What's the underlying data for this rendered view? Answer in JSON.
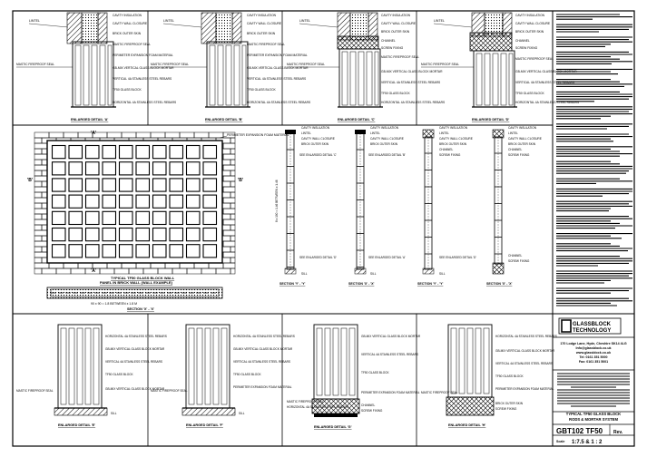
{
  "common": {
    "cavity_insulation": "CAVITY INSULATION",
    "lintel": "LINTEL",
    "cavity_wall_closure": "CAVITY WALL CLOSURE",
    "brick_outer_skin": "BRICK OUTER SKIN",
    "channel": "CHANNEL",
    "screw_fixing": "SCREW FIXING",
    "mastic_fireproof_seal": "MASTIC FIREPROOF SEAL",
    "perimeter_expansion_foam": "PERIMETER EXPANSION FOAM MATERIAL",
    "glass_block_mortar": "GB-MIX VERTICAL GLASS BLOCK MORTAR",
    "vertical_rebar": "VERTICAL 4A STAINLESS STEEL REBARS",
    "tf50_glass_block": "TF50 GLASS BLOCK",
    "horizontal_rebar": "HORIZONTAL 4A STAINLESS STEEL REBARS",
    "sill": "SILL",
    "see_enlarged_a": "SEE ENLARGED DETAIL 'A'",
    "see_enlarged_b": "SEE ENLARGED DETAIL 'B'",
    "see_enlarged_c": "SEE ENLARGED DETAIL 'C'",
    "see_enlarged_d": "SEE ENLARGED DETAIL 'D'"
  },
  "details": {
    "a": "ENLARGED DETAIL 'A'",
    "b": "ENLARGED DETAIL 'B'",
    "c": "ENLARGED DETAIL 'C'",
    "d": "ENLARGED DETAIL 'D'",
    "e": "ENLARGED DETAIL 'E'",
    "f": "ENLARGED DETAIL 'F'",
    "g": "ENLARGED DETAIL 'G'",
    "h": "ENLARGED DETAIL 'H'"
  },
  "elevation": {
    "caption_line1": "TYPICAL TF50 GLASS BLOCK WALL",
    "caption_line2": "PANEL IN BRICK WALL (WALL EXAMPLE)",
    "marker_a": "'A'",
    "marker_b": "'B'",
    "dimension": "90 x 90 = 1.8 BETWEEN x 1.8 M",
    "section_label": "SECTION 'X' - 'X'"
  },
  "sections": {
    "s1": "SECTION 'Y' - 'Y'",
    "s2": "SECTION 'X' - 'X'",
    "s3": "SECTION 'Y' - 'Y'",
    "s4": "SECTION 'X' - 'X'",
    "height_dim": "8 x 190 = 1.46 BETWEEN x 1.46"
  },
  "title_block": {
    "logo_line1": "GLASSBLOCK",
    "logo_line2": "TECHNOLOGY",
    "address_line1": "170 Lodge Lane, Hyde, Cheshire SK14 4LG",
    "address_line2": "Info@glassblock.co.uk",
    "address_line3": "www.glassblock.co.uk",
    "tel": "Tel: 0161 351 5000",
    "fax": "Fax: 0161 351 5001",
    "title_line1": "TYPICAL TF50 GLASS BLOCK",
    "title_line2": "RODS & MORTAR SYSTEM",
    "drawing_number": "GBT102 TF50",
    "rev_label": "Rev.",
    "scale_label": "Scale",
    "scale_value": "1:7.5 & 1 : 2"
  }
}
